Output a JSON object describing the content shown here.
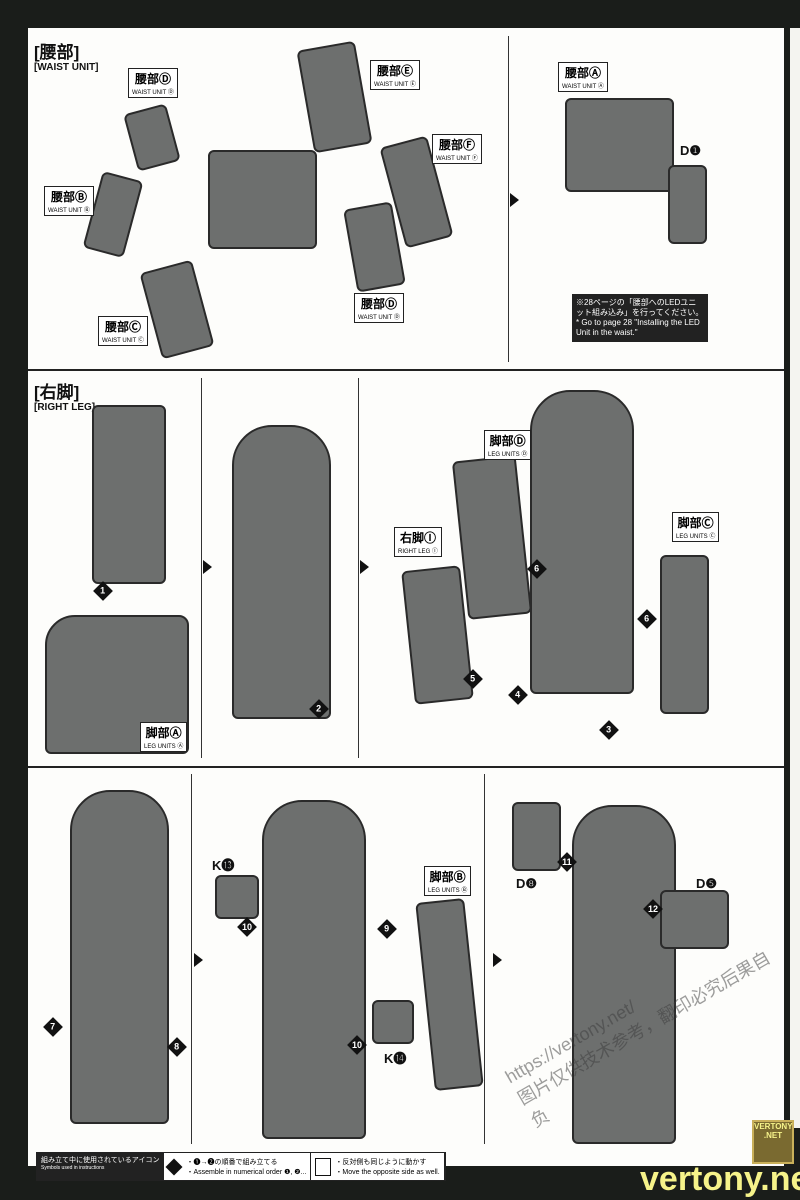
{
  "sections": {
    "waist": {
      "title_jp": "[腰部]",
      "title_en": "[WAIST UNIT]"
    },
    "right_leg": {
      "title_jp": "[右脚]",
      "title_en": "[RIGHT LEG]"
    }
  },
  "labels": {
    "waist_d1": {
      "jp": "腰部Ⓓ",
      "en": "WAIST UNIT Ⓓ"
    },
    "waist_e": {
      "jp": "腰部Ⓔ",
      "en": "WAIST UNIT Ⓔ"
    },
    "waist_f": {
      "jp": "腰部Ⓕ",
      "en": "WAIST UNIT Ⓕ"
    },
    "waist_b": {
      "jp": "腰部Ⓑ",
      "en": "WAIST UNIT Ⓑ"
    },
    "waist_c": {
      "jp": "腰部Ⓒ",
      "en": "WAIST UNIT Ⓒ"
    },
    "waist_d2": {
      "jp": "腰部Ⓓ",
      "en": "WAIST UNIT Ⓓ"
    },
    "waist_a": {
      "jp": "腰部Ⓐ",
      "en": "WAIST UNIT Ⓐ"
    },
    "leg_a": {
      "jp": "脚部Ⓐ",
      "en": "LEG UNITS Ⓐ"
    },
    "leg_d": {
      "jp": "脚部Ⓓ",
      "en": "LEG UNITS Ⓓ"
    },
    "leg_c": {
      "jp": "脚部Ⓒ",
      "en": "LEG UNITS Ⓒ"
    },
    "right_leg_i": {
      "jp": "右脚Ⓘ",
      "en": "RIGHT LEG Ⓘ"
    },
    "leg_b": {
      "jp": "脚部Ⓑ",
      "en": "LEG UNITS Ⓑ"
    }
  },
  "parts": {
    "d1": "D❶",
    "k13": "K⓭",
    "k14": "K⓮",
    "d8": "D❽",
    "d5": "D❺"
  },
  "steps": [
    "1",
    "2",
    "3",
    "4",
    "5",
    "6",
    "6",
    "7",
    "8",
    "9",
    "10",
    "10",
    "11",
    "12"
  ],
  "note": {
    "jp": "※28ページの「腰部へのLEDユニット組み込み」を行ってください。",
    "en": "* Go to page 28 \"Installing the LED Unit in the waist.\""
  },
  "legend": {
    "title_jp": "組み立て中に使用されているアイコン",
    "title_en": "Symbols used in instructions",
    "order_jp": "・❶→❷の順番で組み立てる",
    "order_en": "・Assemble in numerical order ❶, ❷...",
    "opp_jp": "・反対側も同じように動かす",
    "opp_en": "・Move the opposite side as well."
  },
  "watermark": {
    "site": "vertony.net",
    "badge": "VERTONY .NET",
    "url": "https://vertony.net/",
    "cn": "图片仅供技术参考，翻印必究后果自负"
  }
}
